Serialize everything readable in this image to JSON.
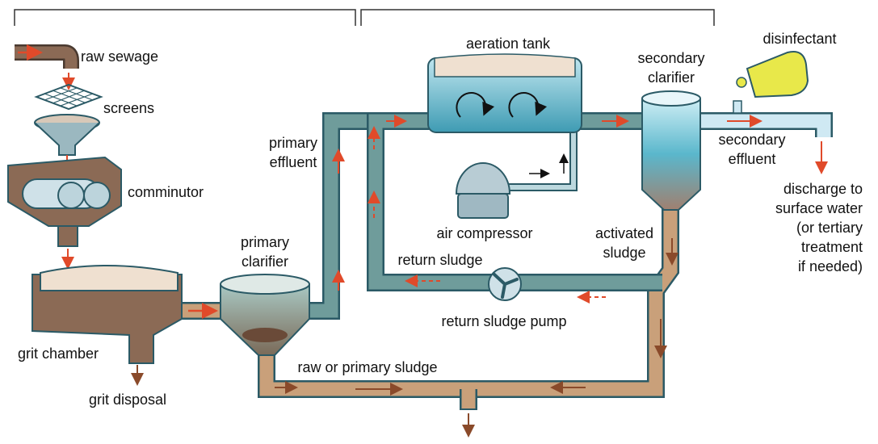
{
  "labels": {
    "raw_sewage": "raw sewage",
    "screens": "screens",
    "comminutor": "comminutor",
    "grit_chamber": "grit chamber",
    "grit_disposal": "grit disposal",
    "primary_clarifier": [
      "primary",
      "clarifier"
    ],
    "primary_effluent": [
      "primary",
      "effluent"
    ],
    "aeration_tank": "aeration tank",
    "air_compressor": "air compressor",
    "secondary_clarifier": [
      "secondary",
      "clarifier"
    ],
    "disinfectant": "disinfectant",
    "secondary_effluent": [
      "secondary",
      "effluent"
    ],
    "discharge": [
      "discharge to",
      "surface water",
      "(or tertiary",
      "treatment",
      "if needed)"
    ],
    "activated_sludge": [
      "activated",
      "sludge"
    ],
    "return_sludge": "return sludge",
    "return_sludge_pump": "return sludge pump",
    "raw_primary_sludge": "raw or primary sludge"
  },
  "colors": {
    "water_pipe": "#6f9c9b",
    "pipe_outline": "#2b5a66",
    "sludge_pipe": "#c9a07a",
    "flow_arrow": "#e04a2a",
    "sludge_arrow": "#8a4a2a",
    "tank_water": "#5fb5c9",
    "grit": "#8b6a55"
  }
}
